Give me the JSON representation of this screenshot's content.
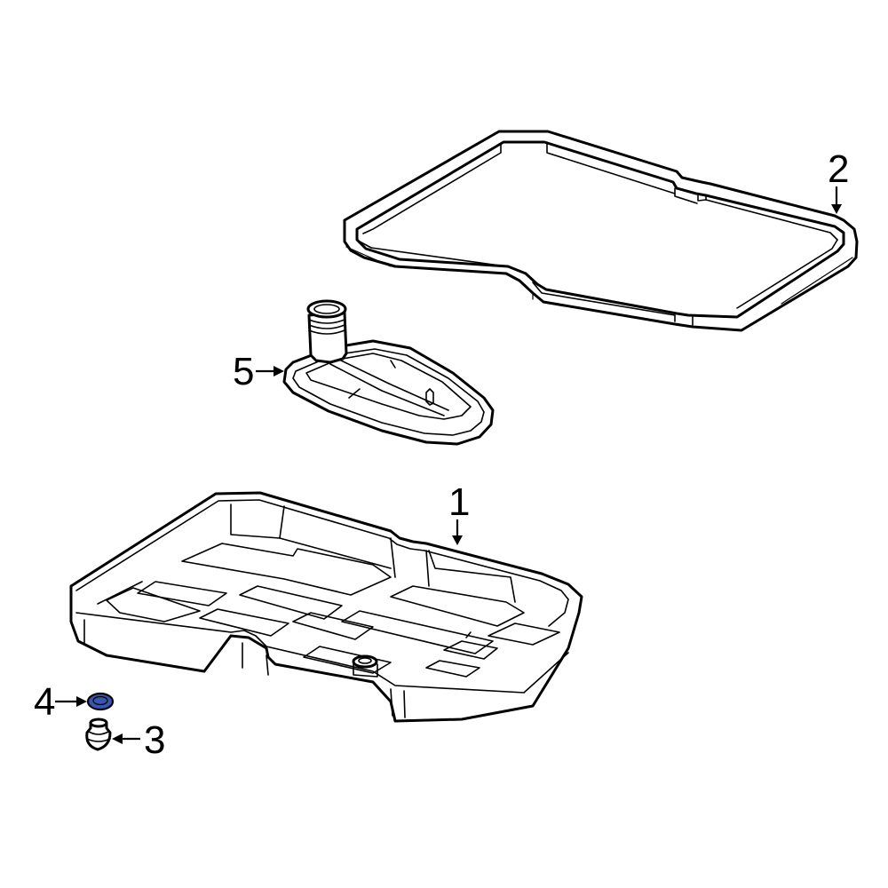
{
  "diagram": {
    "type": "exploded-parts-diagram",
    "background": "#ffffff",
    "line_color": "#000000",
    "highlight_color": "#3a55b0",
    "callouts": [
      {
        "number": "1",
        "part": "transmission-oil-pan",
        "highlighted": false
      },
      {
        "number": "2",
        "part": "pan-gasket",
        "highlighted": false
      },
      {
        "number": "3",
        "part": "drain-plug",
        "highlighted": false
      },
      {
        "number": "4",
        "part": "drain-plug-washer",
        "highlighted": true
      },
      {
        "number": "5",
        "part": "transmission-filter",
        "highlighted": false
      }
    ]
  }
}
